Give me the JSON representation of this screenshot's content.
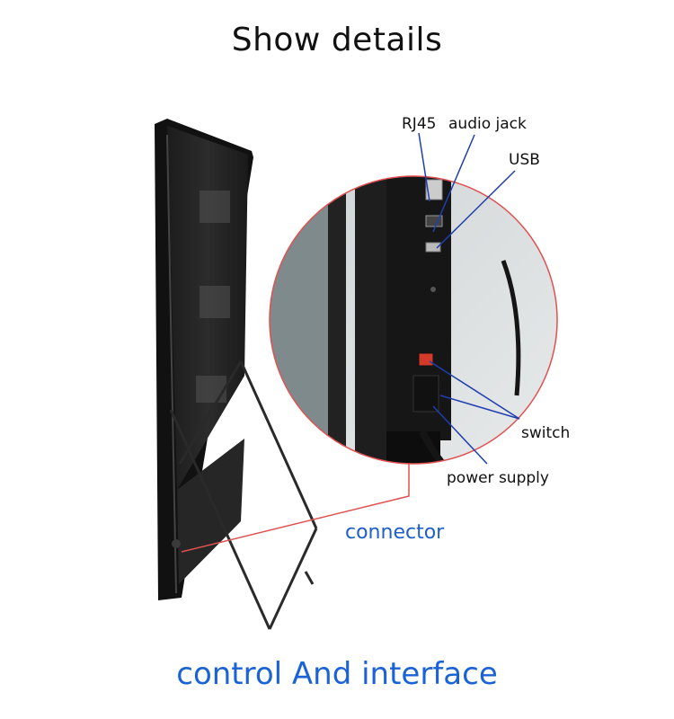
{
  "header": {
    "title": "Show details"
  },
  "callouts": {
    "rj45": "RJ45",
    "audio_jack": "audio jack",
    "usb": "USB",
    "switch": "switch",
    "power_supply": "power supply"
  },
  "connector": {
    "label": "connector"
  },
  "footer": {
    "title": "control And interface"
  },
  "colors": {
    "accent_blue": "#1a62d6",
    "callout_line": "#1f3fb0",
    "zoom_circle": "#e05050"
  },
  "icons": [
    "rj45-port-icon",
    "usb-port-icon",
    "power-switch-icon",
    "power-plug-icon"
  ]
}
